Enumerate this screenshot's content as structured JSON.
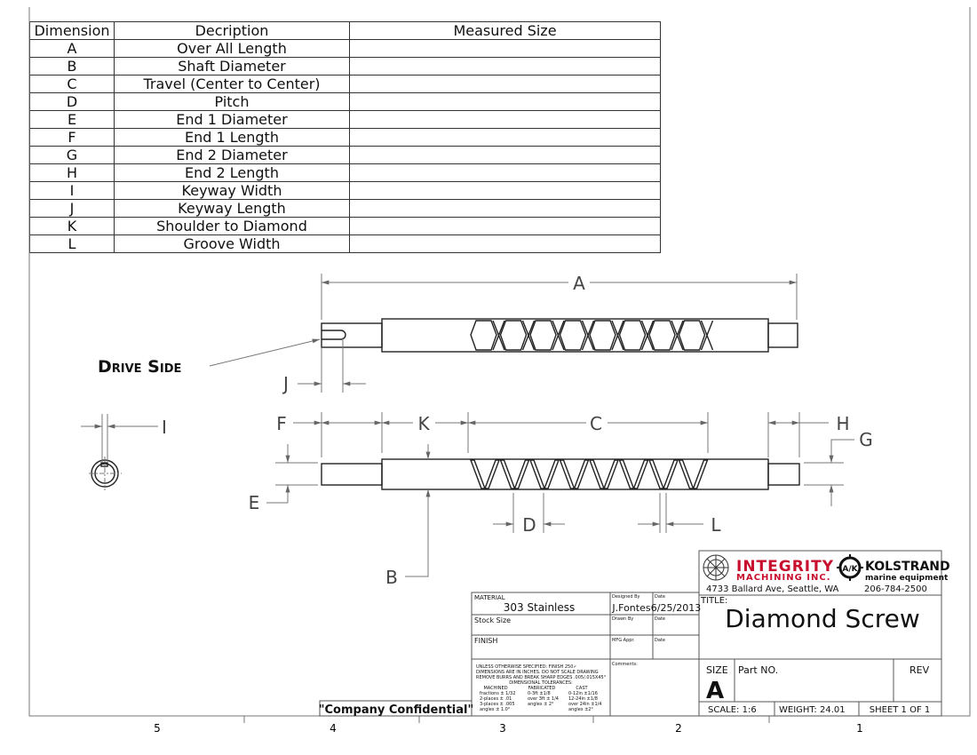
{
  "dimension_table": {
    "headers": [
      "Dimension",
      "Decription",
      "Measured Size"
    ],
    "rows": [
      {
        "dim": "A",
        "desc": "Over All Length",
        "size": ""
      },
      {
        "dim": "B",
        "desc": "Shaft Diameter",
        "size": ""
      },
      {
        "dim": "C",
        "desc": "Travel (Center to Center)",
        "size": ""
      },
      {
        "dim": "D",
        "desc": "Pitch",
        "size": ""
      },
      {
        "dim": "E",
        "desc": "End 1 Diameter",
        "size": ""
      },
      {
        "dim": "F",
        "desc": "End 1 Length",
        "size": ""
      },
      {
        "dim": "G",
        "desc": "End 2 Diameter",
        "size": ""
      },
      {
        "dim": "H",
        "desc": "End 2 Length",
        "size": ""
      },
      {
        "dim": "I",
        "desc": "Keyway Width",
        "size": ""
      },
      {
        "dim": "J",
        "desc": "Keyway Length",
        "size": ""
      },
      {
        "dim": "K",
        "desc": "Shoulder to Diamond",
        "size": ""
      },
      {
        "dim": "L",
        "desc": "Groove Width",
        "size": ""
      }
    ]
  },
  "drawing": {
    "drive_side_label": "Drive Side",
    "labels": {
      "A": "A",
      "B": "B",
      "C": "C",
      "D": "D",
      "E": "E",
      "F": "F",
      "G": "G",
      "H": "H",
      "I": "I",
      "J": "J",
      "K": "K",
      "L": "L"
    }
  },
  "zones": [
    "5",
    "4",
    "3",
    "2",
    "1"
  ],
  "confidential": "\"Company Confidential\"",
  "title_block": {
    "material_label": "MATERIAL",
    "material": "303 Stainless",
    "stock_size_label": "Stock Size",
    "finish_label": "FINISH",
    "designed_by_label": "Designed By",
    "designed_by": "J.Fontes",
    "date_label": "Date",
    "date": "6/25/2013",
    "drawn_by_label": "Drawn By",
    "mfg_appr_label": "MFG Appr.",
    "comments_label": "Comments:",
    "notes": [
      "UNLESS OTHERWISE SPECIFIED: FINISH  250✓",
      "DIMENSIONS ARE IN INCHES. DO NOT SCALE DRAWING",
      "REMOVE BURRS AND BREAK SHARP EDGES .005/.015X45°",
      "DIMENSIONAL TOLERANCES:"
    ],
    "tolerances": {
      "machined": [
        "MACHINED",
        "fractions ± 1/32",
        "2-places ± .01",
        "3-places ± .005",
        "angles ± 1.0°"
      ],
      "fabricated": [
        "FABRICATED",
        "0-3ft ±1/8",
        "over 3ft ± 1/4",
        "angles ± 2°"
      ],
      "cast": [
        "CAST",
        "0-12in ±1/16",
        "12-24in ±1/8",
        "over 24in ±1/4",
        "angles ±2°"
      ]
    },
    "company1_a": "INTEGRITY",
    "company1_b": "MACHINING INC.",
    "company2_a": "KOLSTRAND",
    "company2_b": "marine equipment",
    "company2_logo": "A/K",
    "address": "4733 Ballard Ave, Seattle, WA",
    "phone": "206-784-2500",
    "title_label": "TITLE:",
    "title": "Diamond Screw",
    "size_label": "SIZE",
    "size": "A",
    "part_no_label": "Part  NO.",
    "rev_label": "REV",
    "scale": "SCALE: 1:6",
    "weight": "WEIGHT: 24.01",
    "sheet": "SHEET 1 OF 1"
  },
  "colors": {
    "line": "#222222",
    "dim": "#777777",
    "integrity_red": "#c8102e"
  }
}
